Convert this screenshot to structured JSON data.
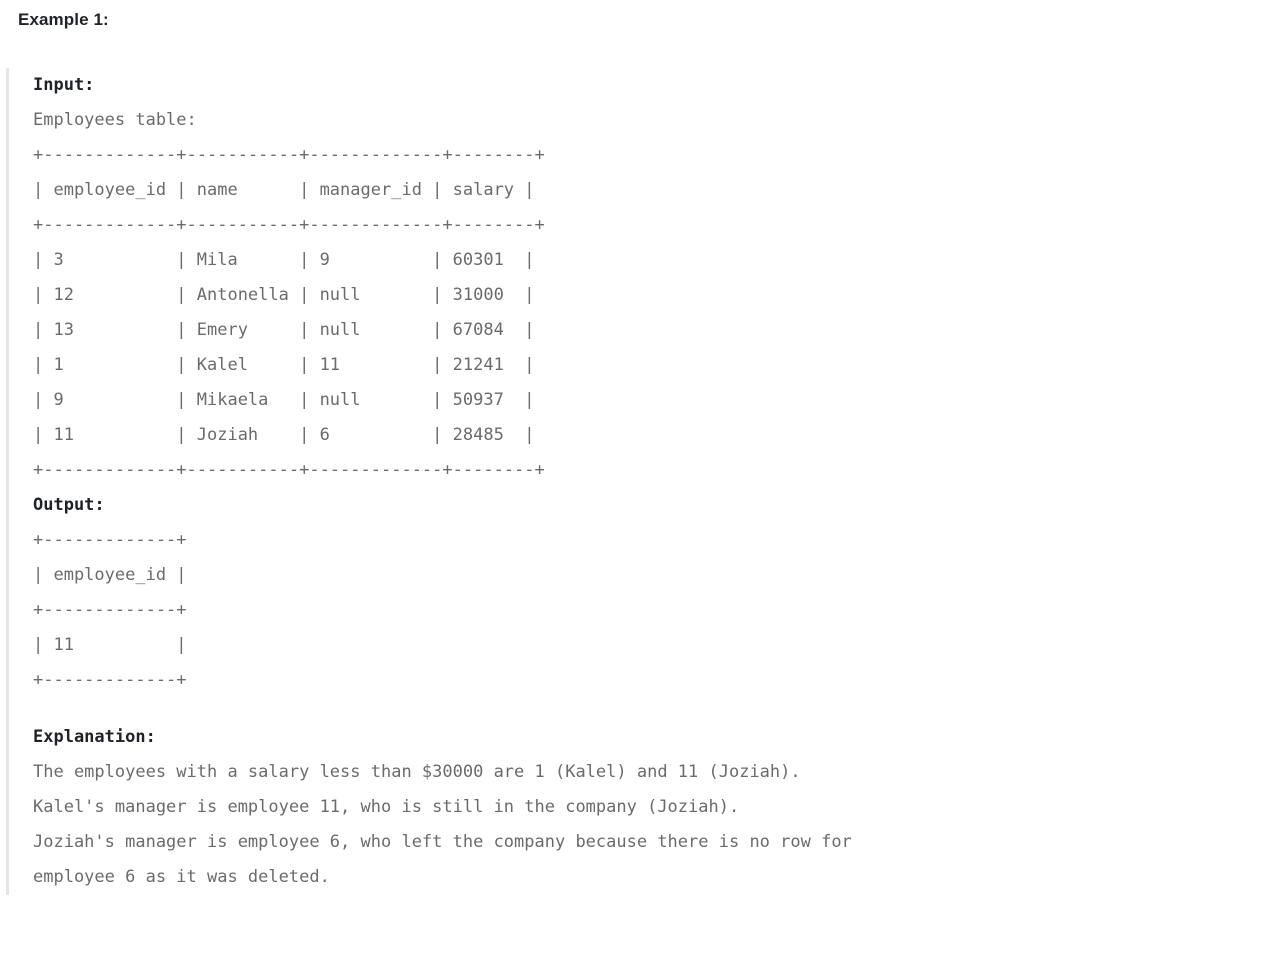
{
  "heading": "Example 1:",
  "sections": {
    "input": {
      "label": "Input:",
      "caption": "Employees table:",
      "table": {
        "border": "+-------------+-----------+-------------+--------+",
        "header": "| employee_id | name      | manager_id | salary |",
        "rows": [
          "| 3           | Mila      | 9          | 60301  |",
          "| 12          | Antonella | null       | 31000  |",
          "| 13          | Emery     | null       | 67084  |",
          "| 1           | Kalel     | 11         | 21241  |",
          "| 9           | Mikaela   | null       | 50937  |",
          "| 11          | Joziah    | 6          | 28485  |"
        ],
        "columns": [
          "employee_id",
          "name",
          "manager_id",
          "salary"
        ],
        "data": [
          {
            "employee_id": "3",
            "name": "Mila",
            "manager_id": "9",
            "salary": "60301"
          },
          {
            "employee_id": "12",
            "name": "Antonella",
            "manager_id": "null",
            "salary": "31000"
          },
          {
            "employee_id": "13",
            "name": "Emery",
            "manager_id": "null",
            "salary": "67084"
          },
          {
            "employee_id": "1",
            "name": "Kalel",
            "manager_id": "11",
            "salary": "21241"
          },
          {
            "employee_id": "9",
            "name": "Mikaela",
            "manager_id": "null",
            "salary": "50937"
          },
          {
            "employee_id": "11",
            "name": "Joziah",
            "manager_id": "6",
            "salary": "28485"
          }
        ]
      }
    },
    "output": {
      "label": "Output:",
      "table": {
        "border": "+-------------+",
        "header": "| employee_id |",
        "rows": [
          "| 11          |"
        ],
        "columns": [
          "employee_id"
        ],
        "data": [
          {
            "employee_id": "11"
          }
        ]
      }
    },
    "explanation": {
      "label": "Explanation:",
      "lines": [
        "The employees with a salary less than $30000 are 1 (Kalel) and 11 (Joziah).",
        "Kalel's manager is employee 11, who is still in the company (Joziah).",
        "Joziah's manager is employee 6, who left the company because there is no row for",
        "employee 6 as it was deleted."
      ]
    }
  },
  "colors": {
    "background": "#ffffff",
    "heading_text": "#1f2328",
    "body_text": "#6b6b6b",
    "quote_rule": "#e6e6e6"
  }
}
